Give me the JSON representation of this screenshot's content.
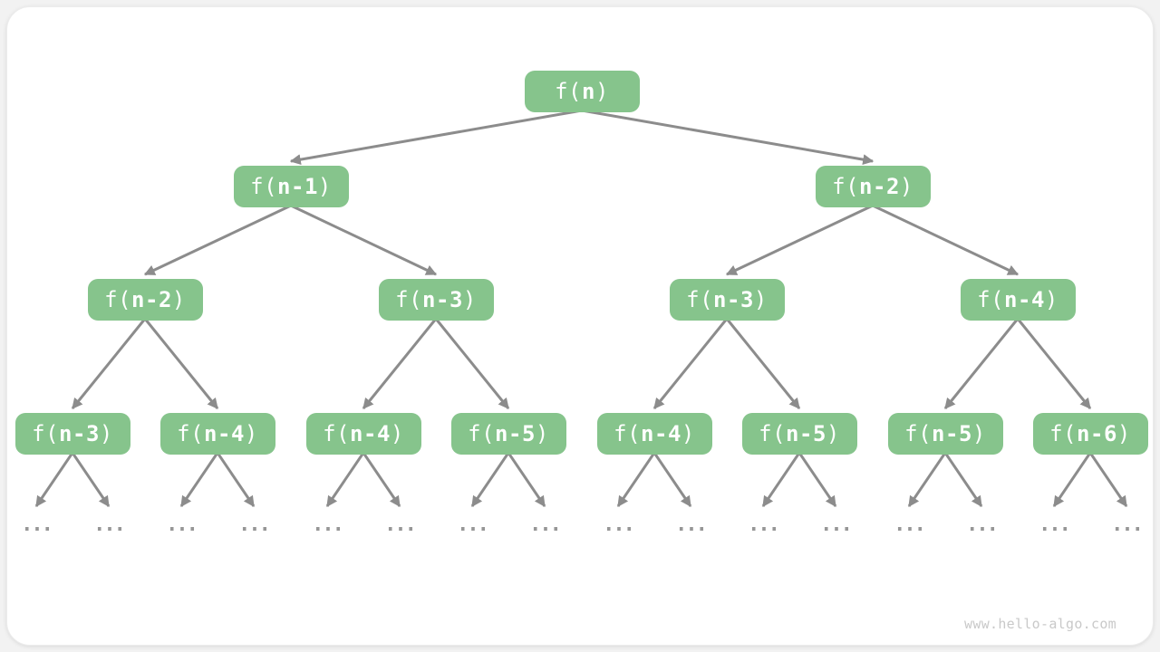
{
  "watermark": "www.hello-algo.com",
  "colors": {
    "node_fill": "#86c48c",
    "node_text": "#ffffff",
    "arrow": "#8c8c8c",
    "leaf_dots": "#969696",
    "watermark_text": "#c9c9c9",
    "card_bg": "#ffffff",
    "page_bg": "#f2f2f2"
  },
  "tree": {
    "levels": [
      {
        "nodes": [
          {
            "pre": "f(",
            "arg": "n",
            "post": ")"
          }
        ]
      },
      {
        "nodes": [
          {
            "pre": "f(",
            "arg": "n-1",
            "post": ")"
          },
          {
            "pre": "f(",
            "arg": "n-2",
            "post": ")"
          }
        ]
      },
      {
        "nodes": [
          {
            "pre": "f(",
            "arg": "n-2",
            "post": ")"
          },
          {
            "pre": "f(",
            "arg": "n-3",
            "post": ")"
          },
          {
            "pre": "f(",
            "arg": "n-3",
            "post": ")"
          },
          {
            "pre": "f(",
            "arg": "n-4",
            "post": ")"
          }
        ]
      },
      {
        "nodes": [
          {
            "pre": "f(",
            "arg": "n-3",
            "post": ")"
          },
          {
            "pre": "f(",
            "arg": "n-4",
            "post": ")"
          },
          {
            "pre": "f(",
            "arg": "n-4",
            "post": ")"
          },
          {
            "pre": "f(",
            "arg": "n-5",
            "post": ")"
          },
          {
            "pre": "f(",
            "arg": "n-4",
            "post": ")"
          },
          {
            "pre": "f(",
            "arg": "n-5",
            "post": ")"
          },
          {
            "pre": "f(",
            "arg": "n-5",
            "post": ")"
          },
          {
            "pre": "f(",
            "arg": "n-6",
            "post": ")"
          }
        ]
      }
    ],
    "leaf_label": "...",
    "leaf_count": 16
  }
}
